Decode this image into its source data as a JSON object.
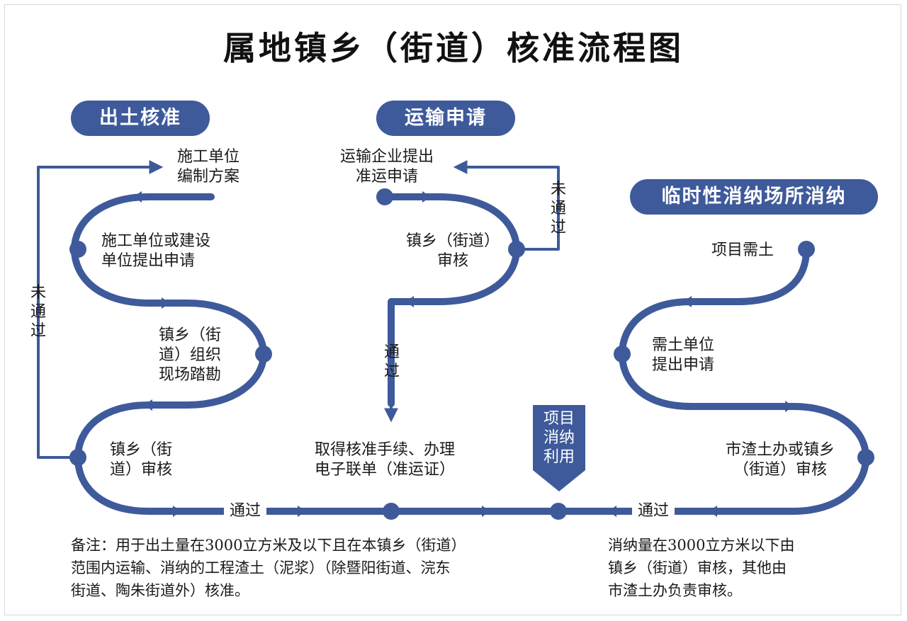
{
  "title": "属地镇乡（街道）核准流程图",
  "sections": {
    "excavation": "出土核准",
    "transport": "运输申请",
    "temporary": "临时性消纳场所消纳"
  },
  "steps": {
    "plan": "施工单位\n编制方案",
    "apply": "施工单位或建设\n单位提出申请",
    "survey": "镇乡（街\n道）组织\n现场踏勘",
    "review_left": "镇乡（街\n道）审核",
    "transport_apply": "运输企业提出\n准运申请",
    "review_mid": "镇乡（街道）\n审核",
    "permit": "取得核准手续、办理\n电子联单（准运证）",
    "need_soil": "项目需土",
    "need_apply": "需土单位\n提出申请",
    "review_right": "市渣土办或镇乡\n（街道）审核"
  },
  "badge": "项目\n消纳\n利用",
  "labels": {
    "fail_left": "未通过",
    "fail_mid": "未通过",
    "pass_mid": "通过",
    "pass_bottom_left": "通过",
    "pass_bottom_right": "通过"
  },
  "notes": {
    "left": "备注：用于出土量在3000立方米及以下且在本镇乡（街道）\n范围内运输、消纳的工程渣土（泥浆）（除暨阳街道、浣东\n街道、陶朱街道外）核准。",
    "right": "消纳量在3000立方米以下由\n镇乡（街道）审核，其他由\n市渣土办负责审核。"
  },
  "colors": {
    "accent": "#3e5a9a",
    "text": "#1a1a1a",
    "background": "#ffffff"
  }
}
